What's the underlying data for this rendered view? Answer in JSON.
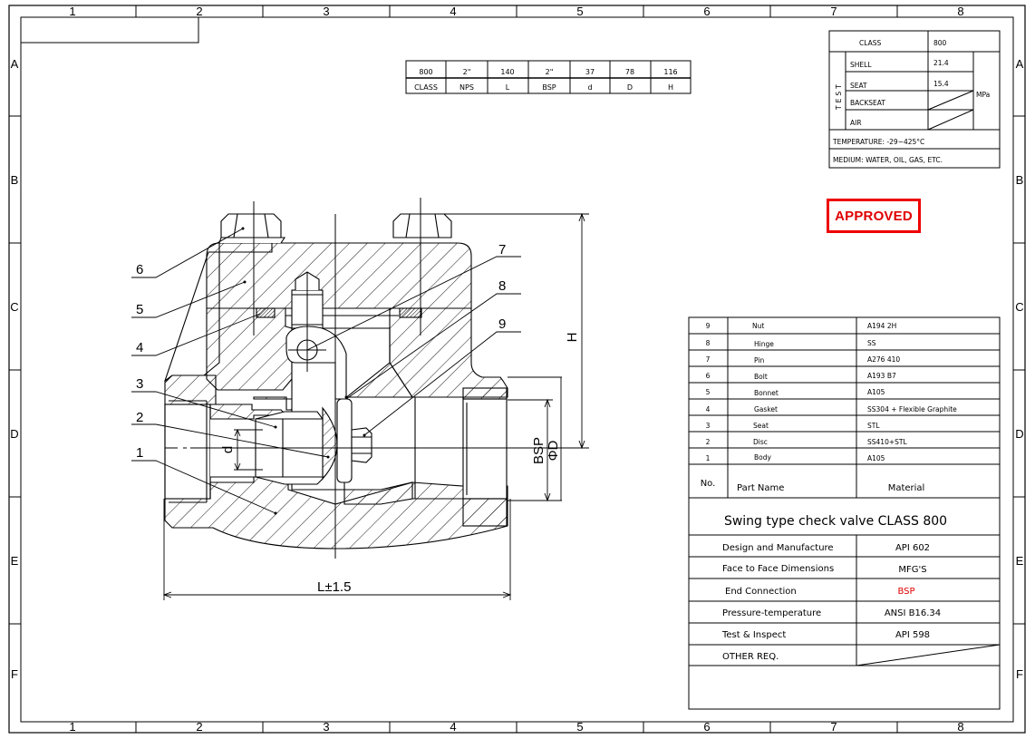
{
  "frame": {
    "columns": [
      "1",
      "2",
      "3",
      "4",
      "5",
      "6",
      "7",
      "8"
    ],
    "rows": [
      "A",
      "B",
      "C",
      "D",
      "E",
      "F"
    ]
  },
  "dimension_table": {
    "values": [
      "800",
      "2\"",
      "140",
      "2\"",
      "37",
      "78",
      "116"
    ],
    "headers": [
      "CLASS",
      "NPS",
      "L",
      "BSP",
      "d",
      "D",
      "H"
    ]
  },
  "test_table": {
    "class_label": "CLASS",
    "class_value": "800",
    "test_label": "TEST",
    "rows": [
      {
        "label": "SHELL",
        "value": "21.4"
      },
      {
        "label": "SEAT",
        "value": "15.4"
      },
      {
        "label": "BACKSEAT",
        "value": ""
      },
      {
        "label": "AIR",
        "value": ""
      }
    ],
    "unit": "MPa",
    "temperature": "TEMPERATURE: -29~425°C",
    "medium": "MEDIUM: WATER, OIL, GAS, ETC."
  },
  "stamp": {
    "label": "APPROVED",
    "color": "#e00000"
  },
  "drawing": {
    "callouts": [
      "1",
      "2",
      "3",
      "4",
      "5",
      "6",
      "7",
      "8",
      "9"
    ],
    "dimensions": {
      "length": "L±1.5",
      "height": "H",
      "bsp": "BSP",
      "outer_diameter": "ΦD",
      "bore": "d"
    }
  },
  "parts_list": {
    "rows": [
      {
        "no": "9",
        "name": "Nut",
        "material": "A194 2H"
      },
      {
        "no": "8",
        "name": "Hinge",
        "material": "SS"
      },
      {
        "no": "7",
        "name": "Pin",
        "material": "A276 410"
      },
      {
        "no": "6",
        "name": "Bolt",
        "material": "A193 B7"
      },
      {
        "no": "5",
        "name": "Bonnet",
        "material": "A105"
      },
      {
        "no": "4",
        "name": "Gasket",
        "material": "SS304 + Flexible Graphite"
      },
      {
        "no": "3",
        "name": "Seat",
        "material": "STL"
      },
      {
        "no": "2",
        "name": "Disc",
        "material": "SS410+STL"
      },
      {
        "no": "1",
        "name": "Body",
        "material": "A105"
      }
    ],
    "header": {
      "no": "No.",
      "name": "Part Name",
      "material": "Material"
    }
  },
  "title_block": {
    "title": "Swing type check valve CLASS 800",
    "specs": [
      {
        "label": "Design and Manufacture",
        "value": "API 602",
        "highlight": false
      },
      {
        "label": "Face to Face Dimensions",
        "value": "MFG'S",
        "highlight": false
      },
      {
        "label": "End Connection",
        "value": "BSP",
        "highlight": true
      },
      {
        "label": "Pressure-temperature",
        "value": "ANSI B16.34",
        "highlight": false
      },
      {
        "label": "Test & Inspect",
        "value": "API 598",
        "highlight": false
      },
      {
        "label": "OTHER REQ.",
        "value": "",
        "highlight": false
      }
    ],
    "highlight_color": "#e00000"
  }
}
